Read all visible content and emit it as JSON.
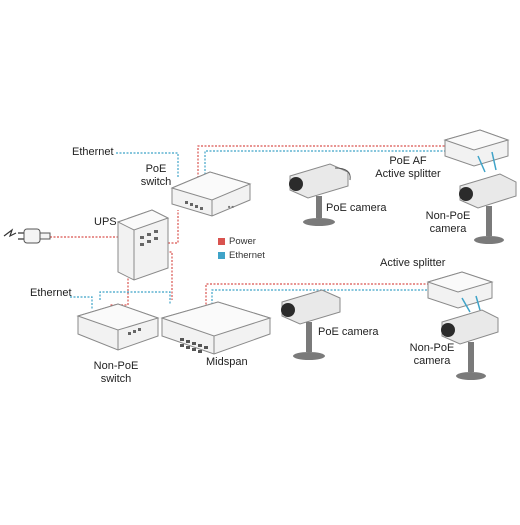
{
  "colors": {
    "power": "#d9534f",
    "ethernet": "#3fa3c8",
    "device": "#f2f2f2",
    "stroke": "#8a8a8a",
    "camera_body": "#e9e9e9",
    "camera_stand": "#7a7a7a"
  },
  "labels": {
    "ethernet_top": "Ethernet",
    "poe_switch": [
      "PoE",
      "switch"
    ],
    "ups": "UPS",
    "ethernet_left": "Ethernet",
    "non_poe_switch": [
      "Non-PoE",
      "switch"
    ],
    "midspan": "Midspan",
    "poe_camera_top": "PoE camera",
    "poe_camera_bottom": "PoE camera",
    "poe_af_splitter": [
      "PoE AF",
      "Active splitter"
    ],
    "active_splitter": "Active splitter",
    "non_poe_camera_top": [
      "Non-PoE",
      "camera"
    ],
    "non_poe_camera_bottom": [
      "Non-PoE",
      "camera"
    ]
  },
  "legend": {
    "power_label": "Power",
    "ethernet_label": "Ethernet"
  },
  "icons": {
    "plug": "power-plug-icon"
  }
}
